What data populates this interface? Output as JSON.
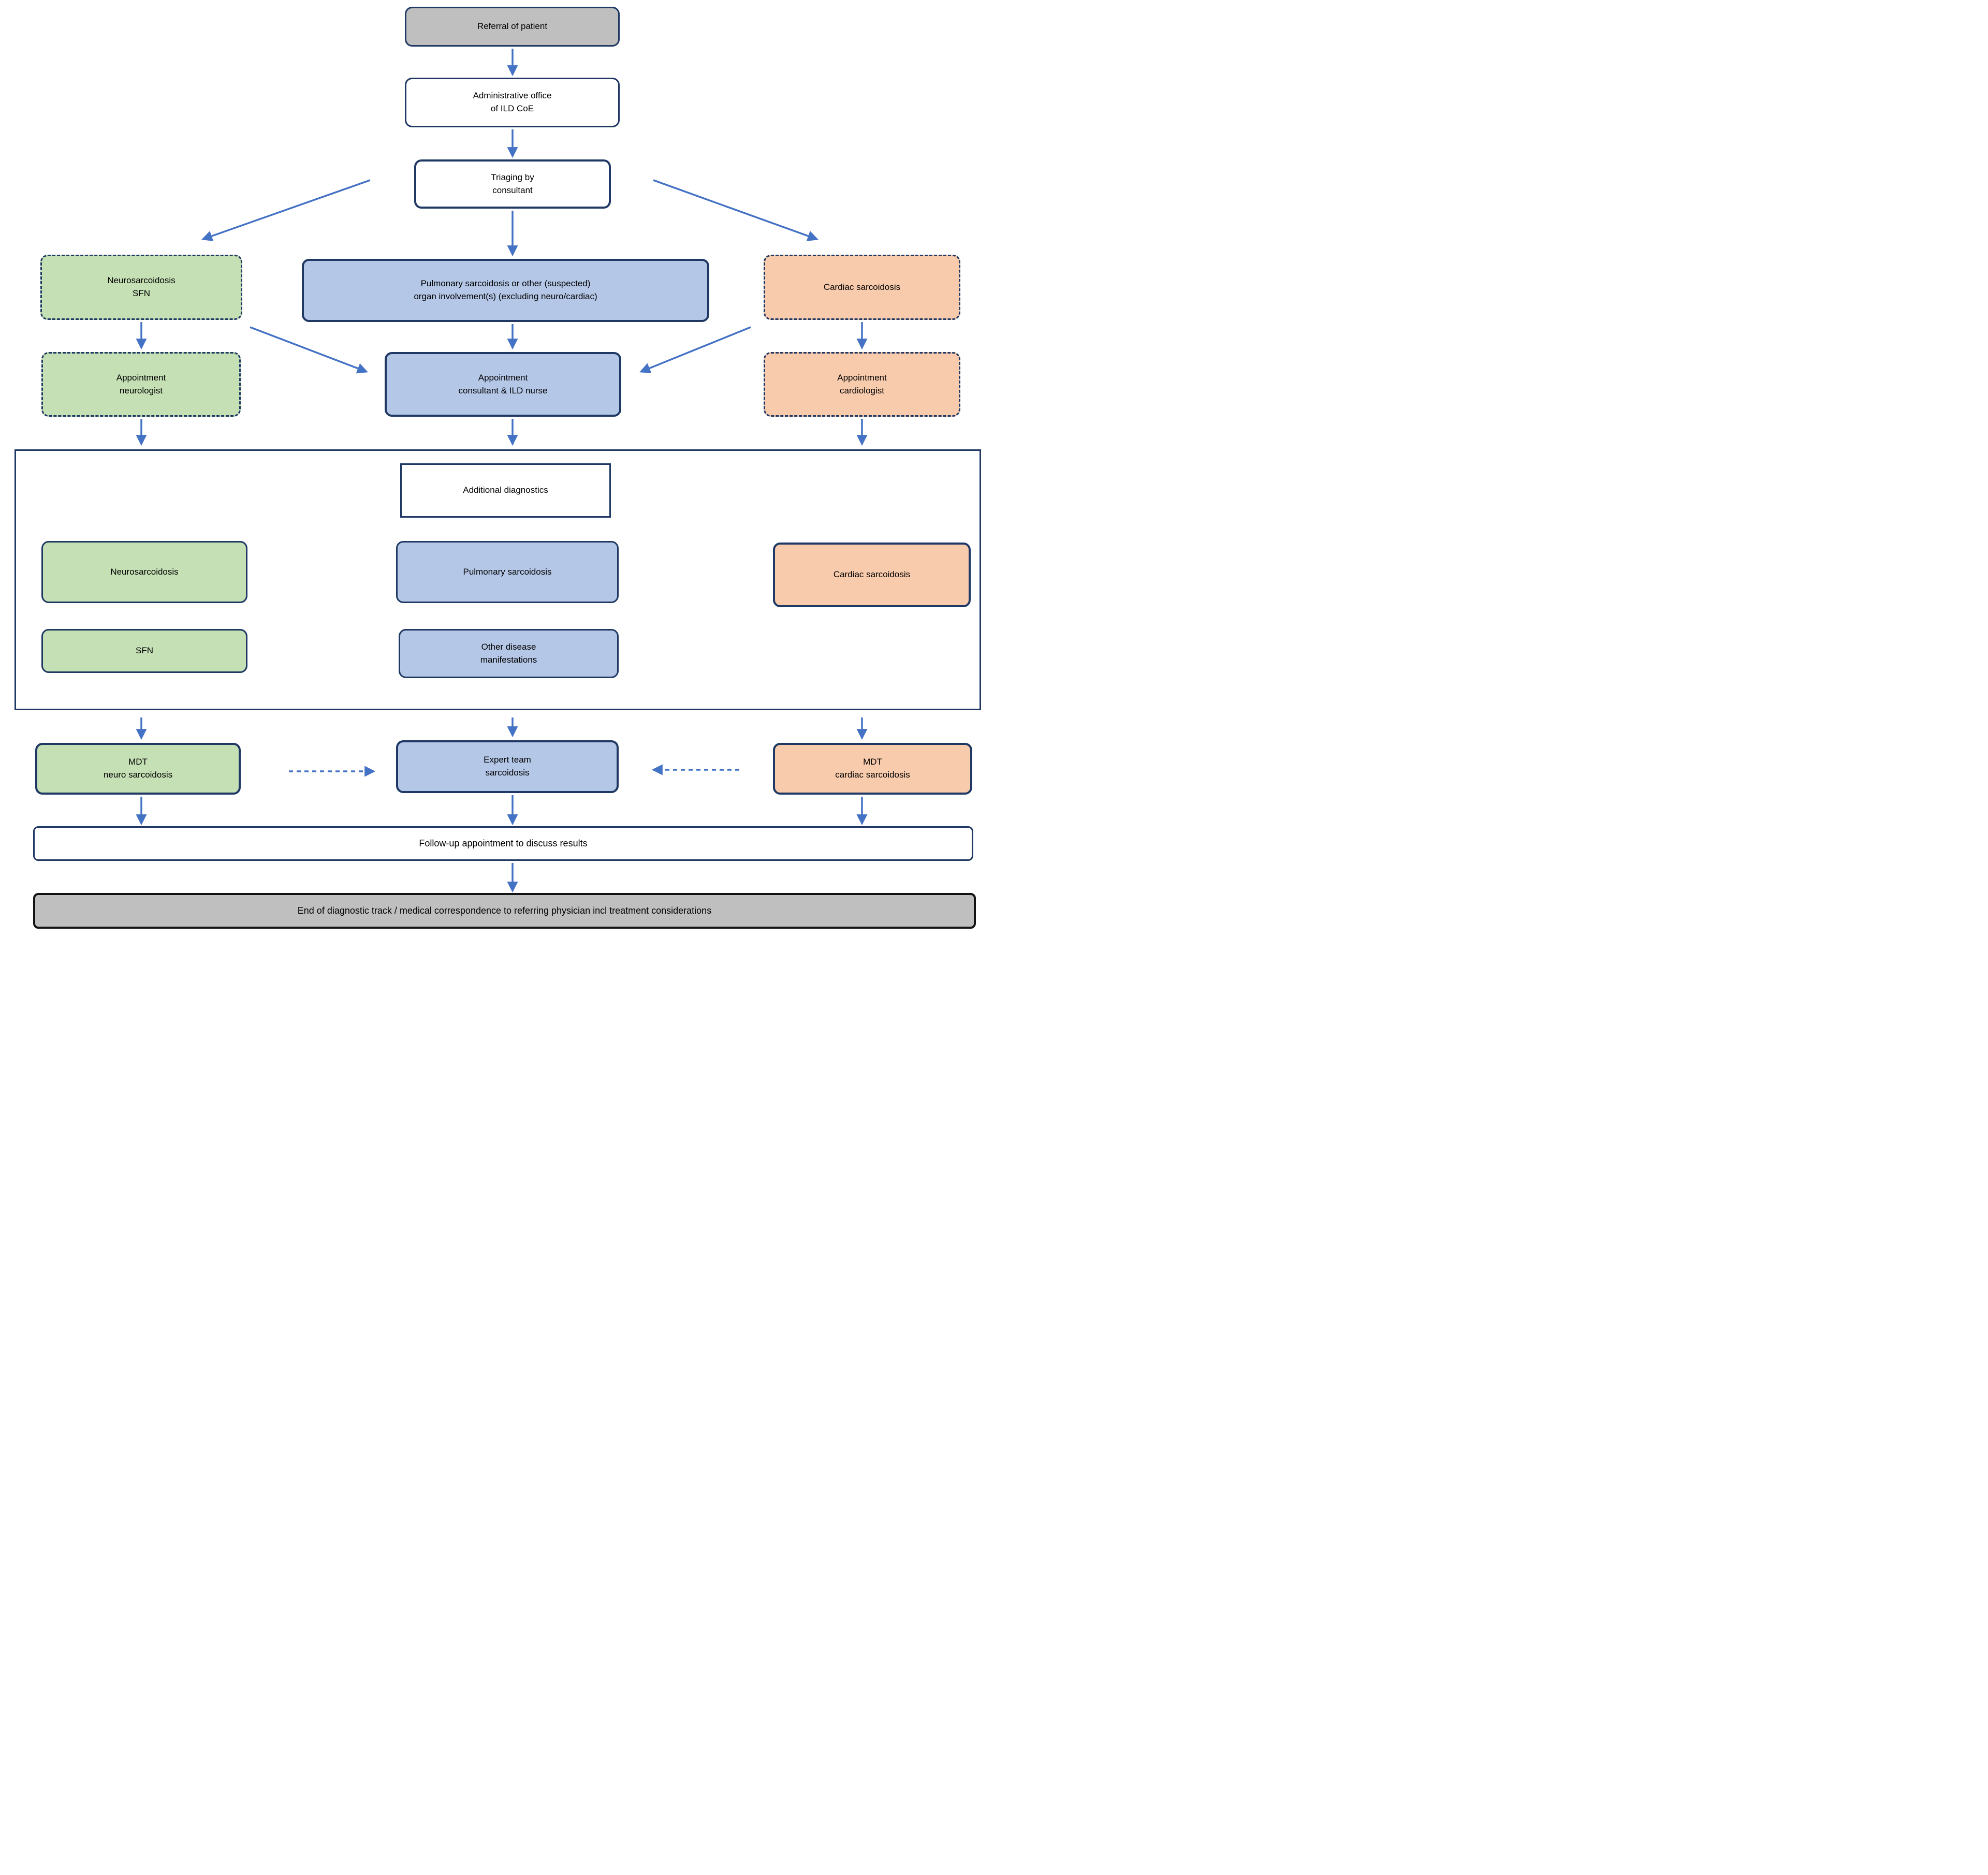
{
  "nodes": {
    "referral": {
      "label": "Referral of patient"
    },
    "admin_office": {
      "label": "Administrative office\nof ILD CoE"
    },
    "triaging": {
      "label": "Triaging by\nconsultant"
    },
    "neuro_sfn": {
      "label": "Neurosarcoidosis\nSFN"
    },
    "pulmonary_branch": {
      "label": "Pulmonary sarcoidosis or other (suspected)\norgan involvement(s) (excluding neuro/cardiac)"
    },
    "cardiac_branch": {
      "label": "Cardiac sarcoidosis"
    },
    "appt_neurologist": {
      "label": "Appointment\nneurologist"
    },
    "appt_consultant": {
      "label": "Appointment\nconsultant & ILD nurse"
    },
    "appt_cardiologist": {
      "label": "Appointment\ncardiologist"
    },
    "additional_diagnostics": {
      "label": "Additional diagnostics"
    },
    "neurosarcoidosis": {
      "label": "Neurosarcoidosis"
    },
    "pulmonary_sarcoidosis": {
      "label": "Pulmonary sarcoidosis"
    },
    "cardiac_sarcoidosis": {
      "label": "Cardiac sarcoidosis"
    },
    "sfn": {
      "label": "SFN"
    },
    "other_manifestations": {
      "label": "Other disease\nmanifestations"
    },
    "mdt_neuro": {
      "label": "MDT\nneuro sarcoidosis"
    },
    "expert_team": {
      "label": "Expert team\nsarcoidosis"
    },
    "mdt_cardiac": {
      "label": "MDT\ncardiac sarcoidosis"
    },
    "followup": {
      "label": "Follow-up appointment to discuss results"
    },
    "end": {
      "label": "End of diagnostic track / medical correspondence to referring physician incl treatment considerations"
    }
  },
  "colors": {
    "border_navy": "#1f3864",
    "fill_green": "#c5e0b4",
    "fill_blue": "#b4c7e7",
    "fill_orange": "#f8cbad",
    "fill_gray": "#bfbfbf",
    "arrow_blue": "#4472c4",
    "end_border": "#121212"
  }
}
